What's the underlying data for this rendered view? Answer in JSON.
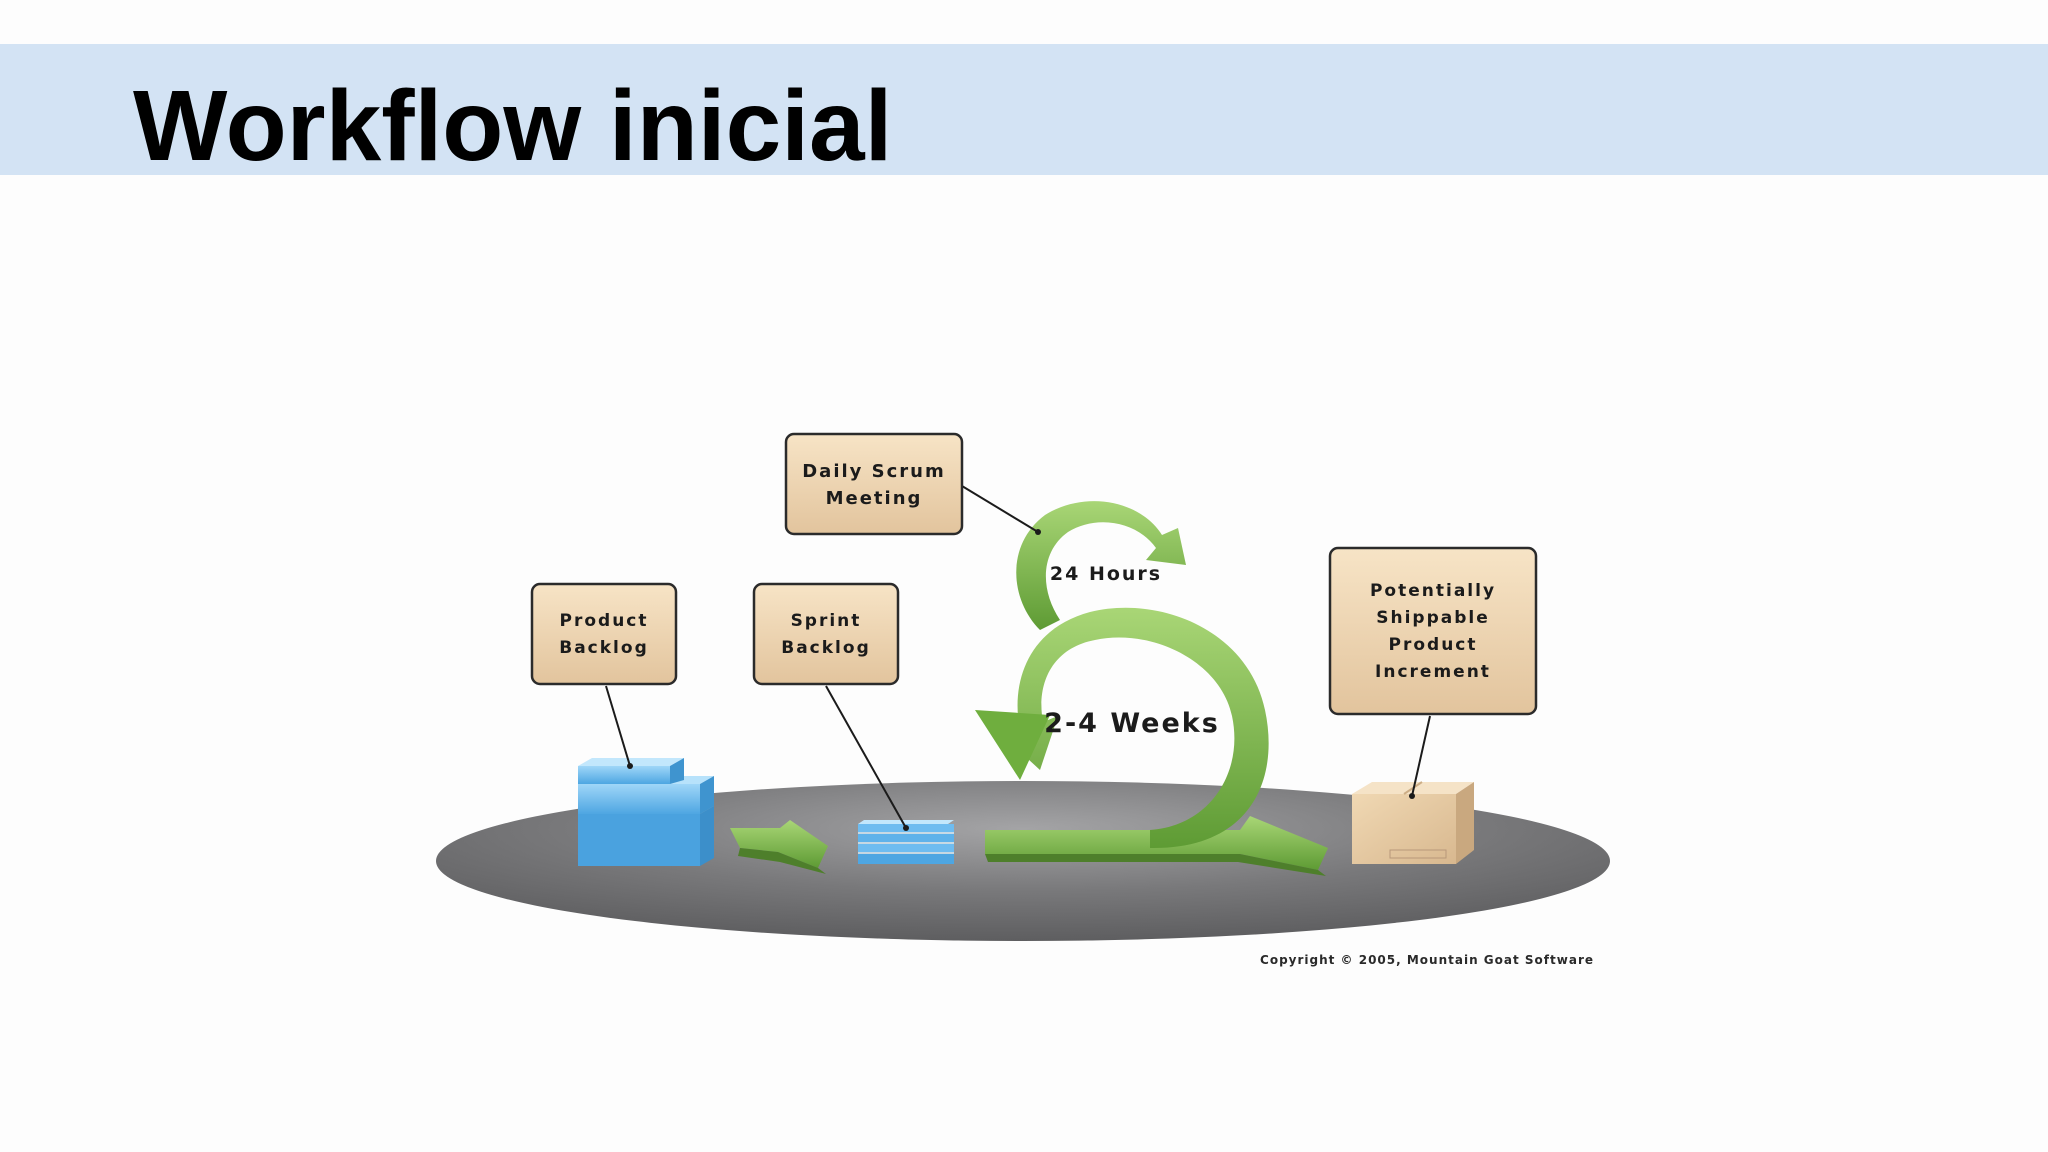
{
  "slide": {
    "title": "Workflow inicial"
  },
  "diagram": {
    "labels": {
      "daily_scrum": [
        "Daily Scrum",
        "Meeting"
      ],
      "product_backlog": [
        "Product",
        "Backlog"
      ],
      "sprint_backlog": [
        "Sprint",
        "Backlog"
      ],
      "increment": [
        "Potentially",
        "Shippable",
        "Product",
        "Increment"
      ],
      "hours": "24 Hours",
      "weeks": "2-4 Weeks"
    },
    "copyright": "Copyright © 2005, Mountain Goat Software",
    "colors": {
      "title_band": "#d3e3f4",
      "label_box": "#ead0ab",
      "arrow_green": "#7cb648",
      "backlog_blue": "#5fb2ea",
      "platform": "#6e6e70",
      "box_cardboard": "#e3c49c"
    }
  }
}
